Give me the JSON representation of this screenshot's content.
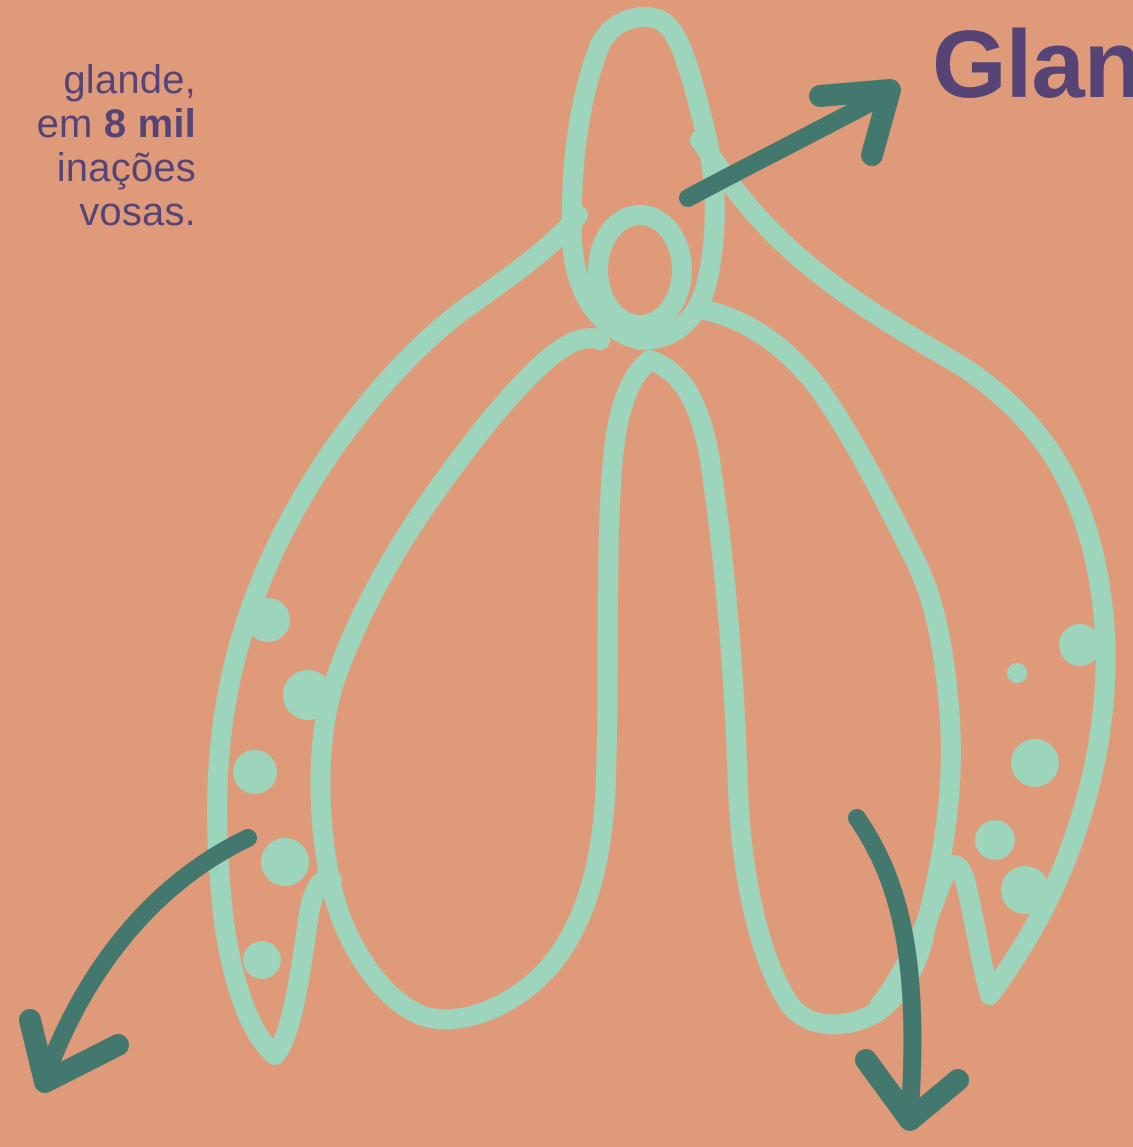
{
  "colors": {
    "background": "#df9b79",
    "text": "#574477",
    "outline": "#9dd5bc",
    "arrow": "#43786e"
  },
  "intro": {
    "line1": "glande,",
    "line2_prefix": "em ",
    "line2_bold": "8 mil",
    "line3": "inações",
    "line4": "vosas."
  },
  "headline": "Glan",
  "icons": [
    "clitoris-illustration",
    "arrow-up-right-icon",
    "arrow-down-left-icon",
    "arrow-down-icon"
  ]
}
